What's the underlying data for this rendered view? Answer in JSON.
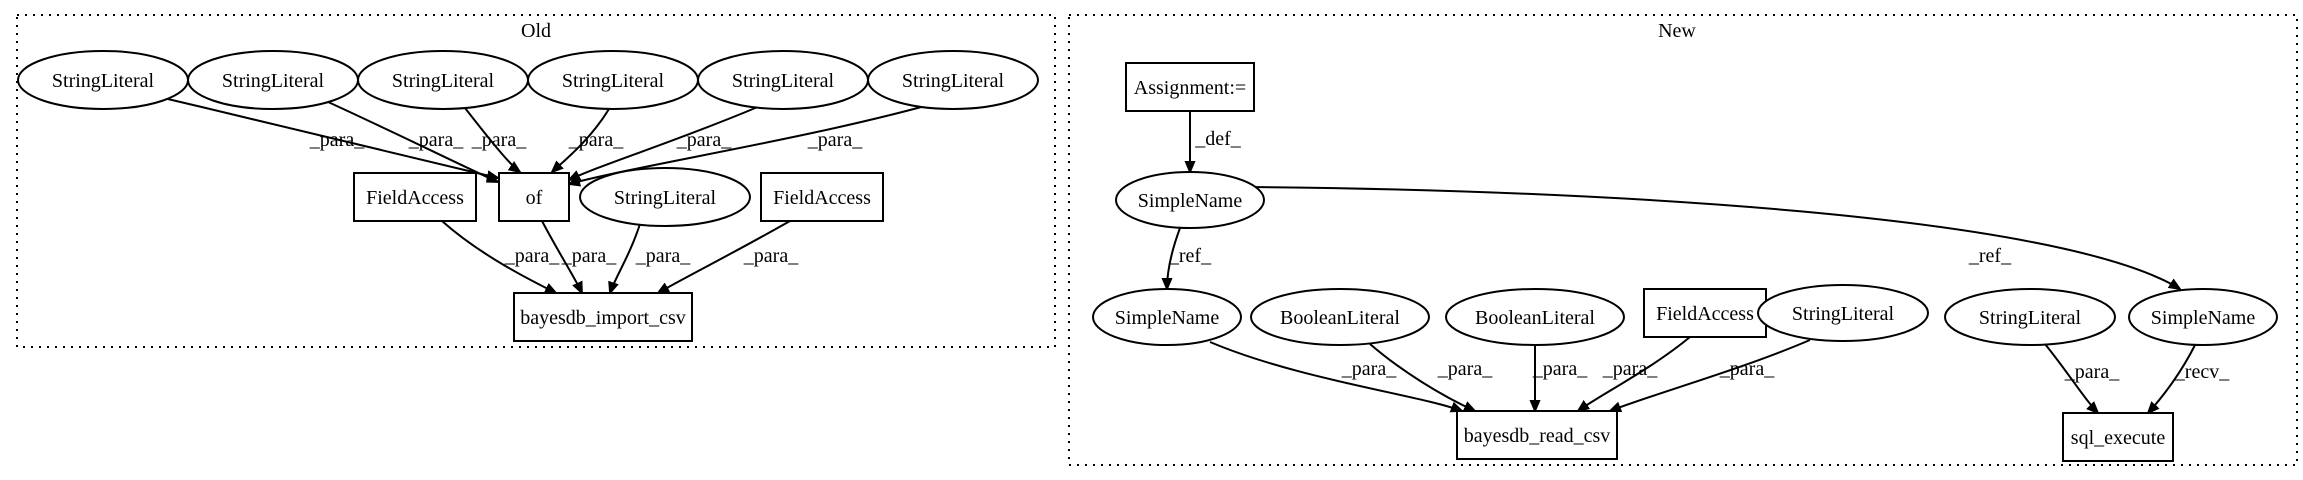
{
  "clusters": [
    {
      "id": "old",
      "label": "Old"
    },
    {
      "id": "new",
      "label": "New"
    }
  ],
  "nodes": [
    {
      "id": "old_sl1",
      "label": "StringLiteral",
      "shape": "ellipse"
    },
    {
      "id": "old_sl2",
      "label": "StringLiteral",
      "shape": "ellipse"
    },
    {
      "id": "old_sl3",
      "label": "StringLiteral",
      "shape": "ellipse"
    },
    {
      "id": "old_sl4",
      "label": "StringLiteral",
      "shape": "ellipse"
    },
    {
      "id": "old_sl5",
      "label": "StringLiteral",
      "shape": "ellipse"
    },
    {
      "id": "old_sl6",
      "label": "StringLiteral",
      "shape": "ellipse"
    },
    {
      "id": "old_fa1",
      "label": "FieldAccess",
      "shape": "box"
    },
    {
      "id": "old_of",
      "label": "of",
      "shape": "box"
    },
    {
      "id": "old_sl7",
      "label": "StringLiteral",
      "shape": "ellipse"
    },
    {
      "id": "old_fa2",
      "label": "FieldAccess",
      "shape": "box"
    },
    {
      "id": "old_import",
      "label": "bayesdb_import_csv",
      "shape": "box"
    },
    {
      "id": "new_assign",
      "label": "Assignment:=",
      "shape": "box"
    },
    {
      "id": "new_sn_top",
      "label": "SimpleName",
      "shape": "ellipse"
    },
    {
      "id": "new_sn_left",
      "label": "SimpleName",
      "shape": "ellipse"
    },
    {
      "id": "new_bool1",
      "label": "BooleanLiteral",
      "shape": "ellipse"
    },
    {
      "id": "new_bool2",
      "label": "BooleanLiteral",
      "shape": "ellipse"
    },
    {
      "id": "new_fa",
      "label": "FieldAccess",
      "shape": "box"
    },
    {
      "id": "new_sl1",
      "label": "StringLiteral",
      "shape": "ellipse"
    },
    {
      "id": "new_sl2",
      "label": "StringLiteral",
      "shape": "ellipse"
    },
    {
      "id": "new_sn_right",
      "label": "SimpleName",
      "shape": "ellipse"
    },
    {
      "id": "new_read",
      "label": "bayesdb_read_csv",
      "shape": "box"
    },
    {
      "id": "new_sql",
      "label": "sql_execute",
      "shape": "box"
    }
  ],
  "edges": [
    {
      "from": "old_sl1",
      "to": "old_of",
      "label": "_para_"
    },
    {
      "from": "old_sl2",
      "to": "old_of",
      "label": "_para_"
    },
    {
      "from": "old_sl3",
      "to": "old_of",
      "label": "_para_"
    },
    {
      "from": "old_sl4",
      "to": "old_of",
      "label": "_para_"
    },
    {
      "from": "old_sl5",
      "to": "old_of",
      "label": "_para_"
    },
    {
      "from": "old_sl6",
      "to": "old_of",
      "label": "_para_"
    },
    {
      "from": "old_fa1",
      "to": "old_import",
      "label": "_para_"
    },
    {
      "from": "old_of",
      "to": "old_import",
      "label": "_para_"
    },
    {
      "from": "old_sl7",
      "to": "old_import",
      "label": "_para_"
    },
    {
      "from": "old_fa2",
      "to": "old_import",
      "label": "_para_"
    },
    {
      "from": "new_assign",
      "to": "new_sn_top",
      "label": "_def_"
    },
    {
      "from": "new_sn_top",
      "to": "new_sn_left",
      "label": "_ref_"
    },
    {
      "from": "new_sn_top",
      "to": "new_sn_right",
      "label": "_ref_"
    },
    {
      "from": "new_sn_left",
      "to": "new_read",
      "label": "_para_"
    },
    {
      "from": "new_bool1",
      "to": "new_read",
      "label": "_para_"
    },
    {
      "from": "new_bool2",
      "to": "new_read",
      "label": "_para_"
    },
    {
      "from": "new_fa",
      "to": "new_read",
      "label": "_para_"
    },
    {
      "from": "new_sl1",
      "to": "new_read",
      "label": "_para_"
    },
    {
      "from": "new_sl2",
      "to": "new_sql",
      "label": "_para_"
    },
    {
      "from": "new_sn_right",
      "to": "new_sql",
      "label": "_recv_"
    }
  ]
}
